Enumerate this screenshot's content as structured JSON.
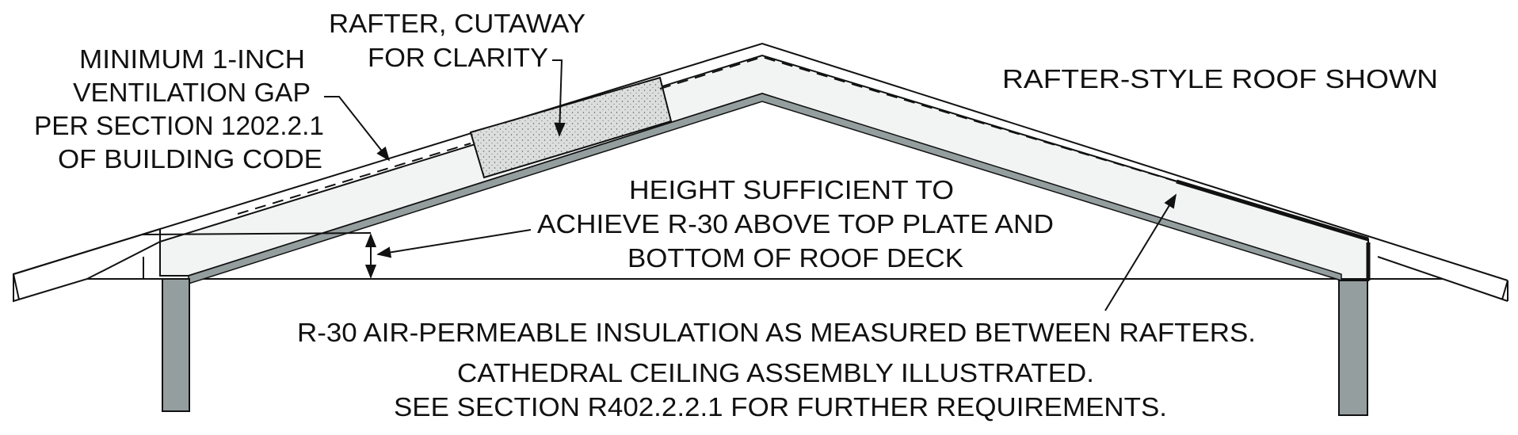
{
  "labels": {
    "vent_gap": [
      "MINIMUM 1-INCH",
      "VENTILATION GAP",
      "PER SECTION 1202.2.1",
      "OF BUILDING CODE"
    ],
    "cutaway": [
      "RAFTER, CUTAWAY",
      "FOR CLARITY"
    ],
    "roof_style": "RAFTER-STYLE ROOF SHOWN",
    "height": [
      "HEIGHT SUFFICIENT TO",
      "ACHIEVE R-30 ABOVE TOP PLATE AND",
      "BOTTOM OF ROOF DECK"
    ],
    "insulation": [
      "R-30 AIR-PERMEABLE INSULATION AS MEASURED BETWEEN RAFTERS.",
      "CATHEDRAL CEILING ASSEMBLY ILLUSTRATED.",
      "SEE SECTION R402.2.2.1 FOR FURTHER REQUIREMENTS."
    ]
  },
  "colors": {
    "insulation_fill": "#f2f4f4",
    "ceiling_gray": "#949e9e",
    "wall_gray": "#949e9e",
    "cutaway_fill": "#dcdede",
    "ink": "#111111"
  }
}
